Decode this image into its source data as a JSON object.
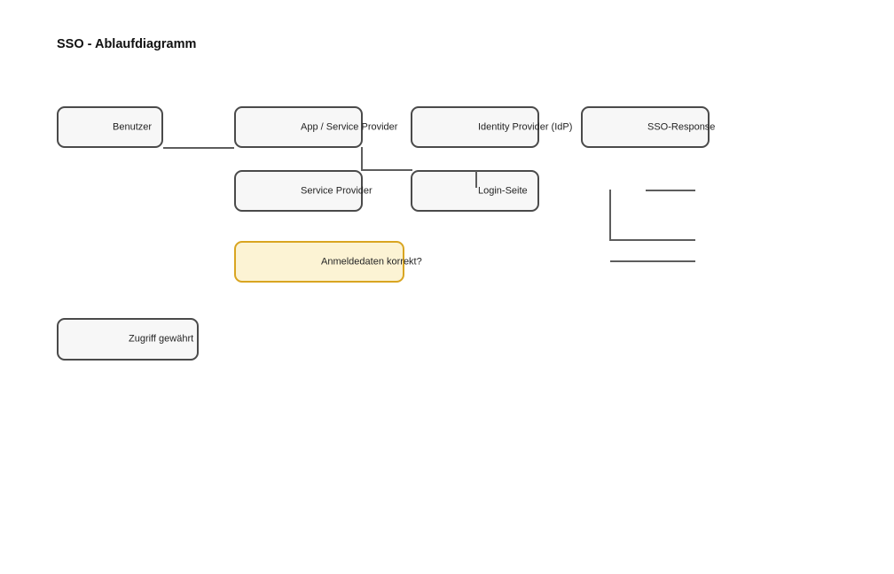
{
  "title": "SSO - Ablaufdiagramm",
  "colors": {
    "background": "#ffffff",
    "node_fill": "#f7f7f7",
    "node_border": "#4a4a4a",
    "decision_fill": "#fcf3d4",
    "decision_border": "#d9a521",
    "connector": "#5d5d5d",
    "text": "#242424",
    "title_text": "#111111"
  },
  "nodes": [
    {
      "id": "benutzer",
      "label": "Benutzer",
      "type": "process"
    },
    {
      "id": "app-service-provider",
      "label": "App / Service Provider",
      "type": "process"
    },
    {
      "id": "identity-provider",
      "label": "Identity Provider (IdP)",
      "type": "process"
    },
    {
      "id": "sso-response",
      "label": "SSO-Response",
      "type": "process"
    },
    {
      "id": "service-provider",
      "label": "Service Provider",
      "type": "process"
    },
    {
      "id": "login-seite",
      "label": "Login-Seite",
      "type": "process"
    },
    {
      "id": "anmeldedaten-korrekt",
      "label": "Anmeldedaten korrekt?",
      "type": "decision"
    },
    {
      "id": "zugriff-gewaehrt",
      "label": "Zugriff gewährt",
      "type": "process"
    }
  ],
  "connectors": [
    {
      "id": "benutzer-to-app",
      "description": "horizontal line between Benutzer and App / Service Provider bottom edges"
    },
    {
      "id": "app-down",
      "description": "vertical drop from App / Service Provider bottom"
    },
    {
      "id": "app-to-login",
      "description": "horizontal run meeting Login-Seite top edge"
    },
    {
      "id": "login-entry",
      "description": "short vertical entering Login-Seite"
    },
    {
      "id": "orphan-top",
      "description": "stray horizontal segment upper right"
    },
    {
      "id": "orphan-vertical",
      "description": "stray vertical segment right side"
    },
    {
      "id": "orphan-middle",
      "description": "stray horizontal segment middle right"
    },
    {
      "id": "orphan-bottom",
      "description": "stray horizontal segment lower right"
    }
  ]
}
